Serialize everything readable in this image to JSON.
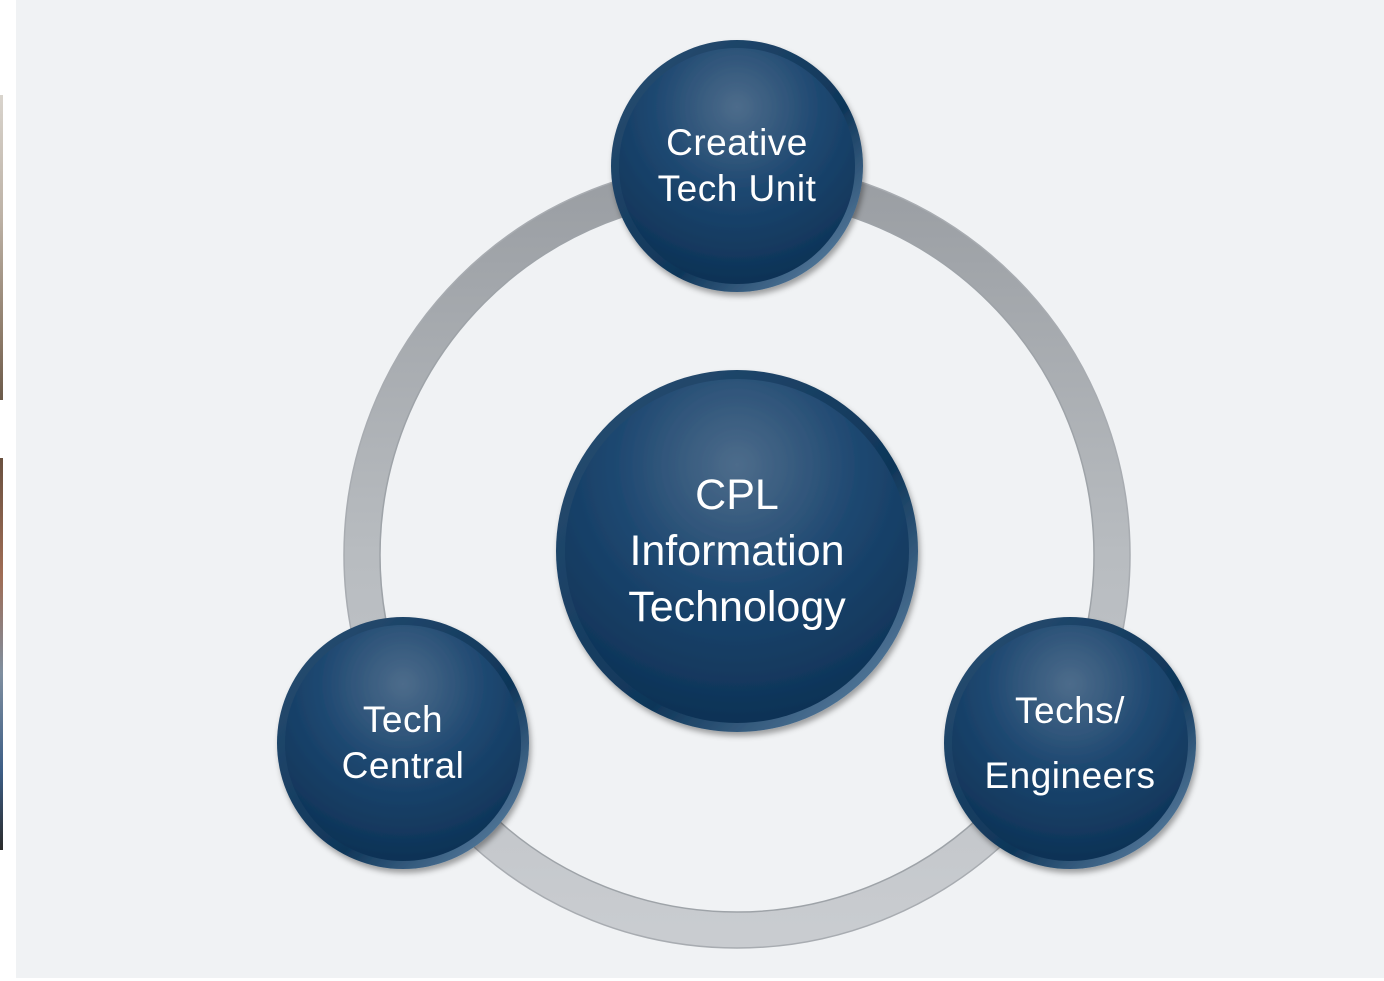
{
  "diagram": {
    "center": {
      "lines": [
        "CPL",
        "Information",
        "Technology"
      ]
    },
    "nodes": {
      "top": {
        "lines": [
          "Creative",
          "Tech Unit"
        ]
      },
      "left": {
        "lines": [
          "Tech",
          "Central"
        ]
      },
      "right": {
        "lines": [
          "Techs/",
          "Engineers"
        ]
      }
    }
  },
  "colors": {
    "background": "#f0f2f4",
    "ring": "#b3b7bc",
    "node_dark": "#0e3558",
    "node_light": "#4a6a8a",
    "text": "#ffffff"
  }
}
